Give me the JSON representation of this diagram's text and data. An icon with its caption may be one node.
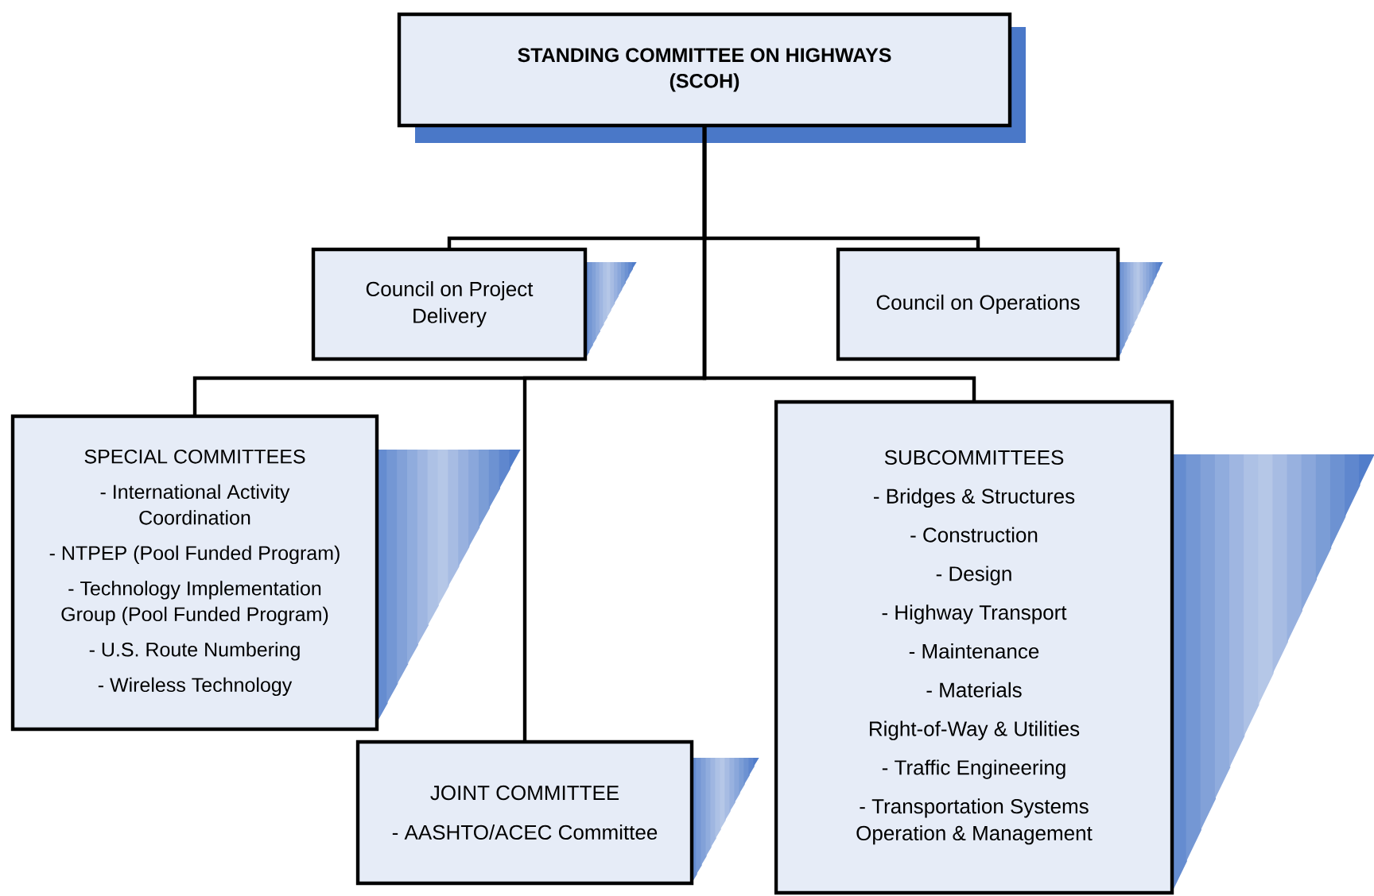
{
  "diagram": {
    "nodes": [
      {
        "text": [
          "STANDING COMMITTEE ON HIGHWAYS (SCOH)"
        ]
      },
      {
        "text": [
          "Council on Project Delivery"
        ]
      },
      {
        "text": [
          "Council on Operations"
        ]
      },
      {
        "text": [
          "SPECIAL COMMITTEES",
          "- International Activity Coordination",
          "- NTPEP (Pool Funded Program)",
          "- Technology Implementation Group (Pool Funded Program)",
          "- U.S. Route Numbering",
          "- Wireless Technology"
        ]
      },
      {
        "text": [
          "JOINT COMMITTEE",
          "- AASHTO/ACEC Committee"
        ]
      },
      {
        "text": [
          "SUBCOMMITTEES",
          "- Bridges & Structures",
          "- Construction",
          "- Design",
          "- Highway Transport",
          "- Maintenance",
          "- Materials",
          "Right-of-Way & Utilities",
          "- Traffic Engineering",
          "- Transportation Systems Operation & Management"
        ]
      }
    ],
    "edges": [
      {
        "from": 0,
        "to": 1,
        "arrow": "none"
      },
      {
        "from": 0,
        "to": 2,
        "arrow": "none"
      },
      {
        "from": 0,
        "to": 3,
        "arrow": "none"
      },
      {
        "from": 0,
        "to": 4,
        "arrow": "none"
      },
      {
        "from": 0,
        "to": 5,
        "arrow": "none"
      }
    ]
  }
}
